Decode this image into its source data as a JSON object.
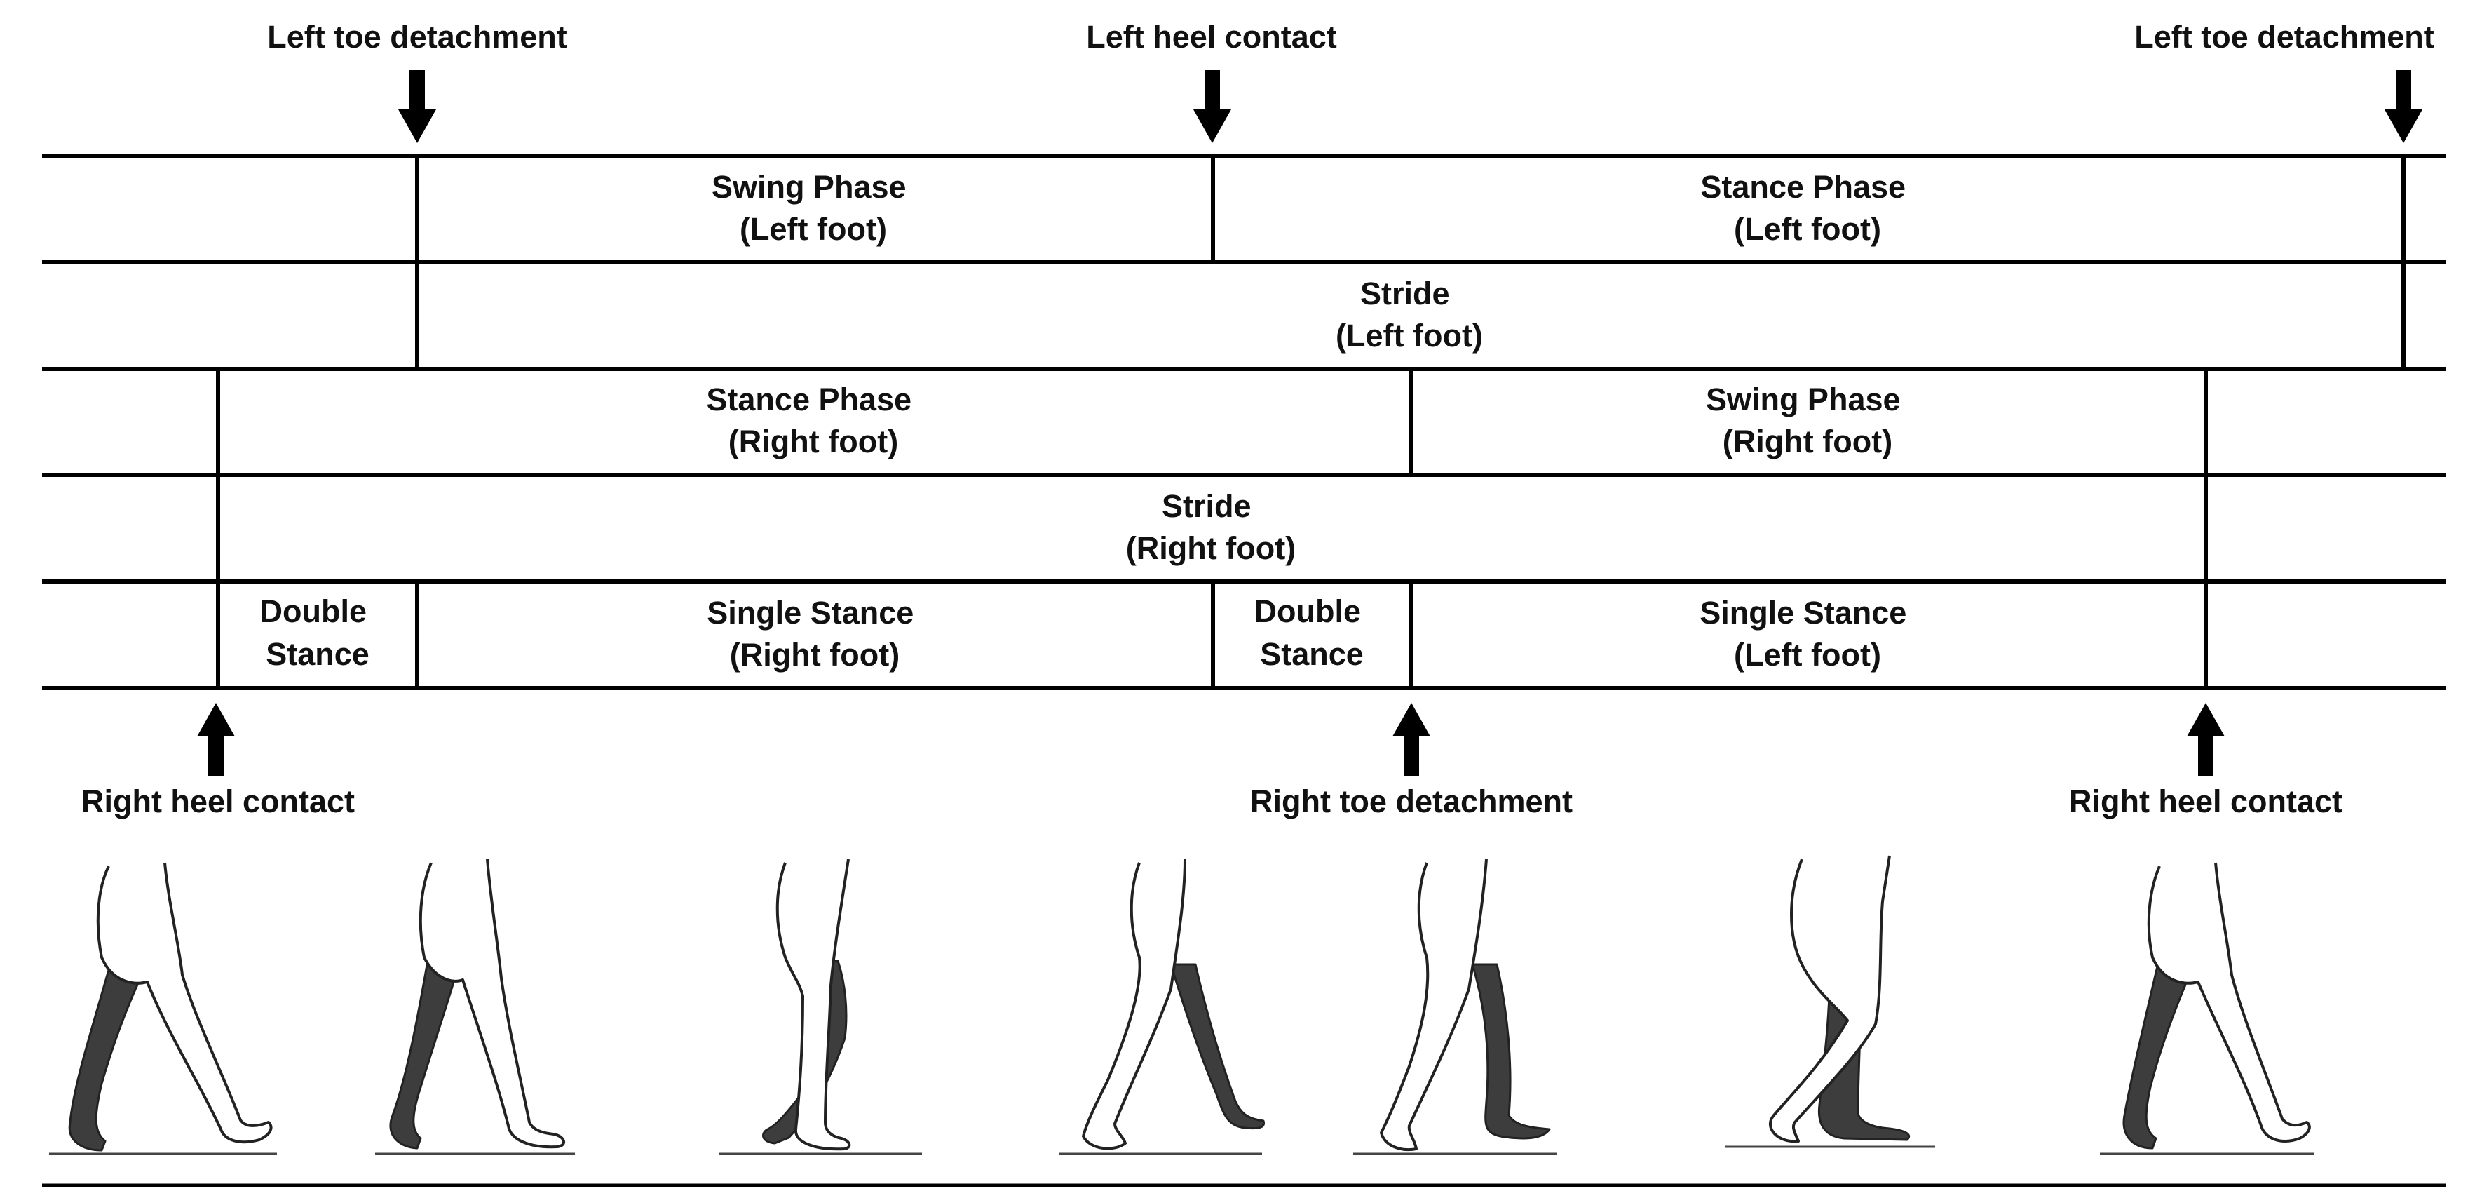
{
  "events_top": [
    {
      "label": "Left toe detachment"
    },
    {
      "label": "Left heel contact"
    },
    {
      "label": "Left toe detachment"
    }
  ],
  "events_bottom": [
    {
      "label": "Right heel contact"
    },
    {
      "label": "Right toe detachment"
    },
    {
      "label": "Right heel contact"
    }
  ],
  "rows": {
    "left_phases": [
      {
        "line1": "Swing Phase",
        "line2": "(Left foot)"
      },
      {
        "line1": "Stance Phase",
        "line2": "(Left foot)"
      }
    ],
    "left_stride": {
      "line1": "Stride",
      "line2": "(Left foot)"
    },
    "right_phases": [
      {
        "line1": "Stance Phase",
        "line2": "(Right foot)"
      },
      {
        "line1": "Swing Phase",
        "line2": "(Right foot)"
      }
    ],
    "right_stride": {
      "line1": "Stride",
      "line2": "(Right foot)"
    },
    "support": [
      {
        "line1": "Double",
        "line2": "Stance"
      },
      {
        "line1": "Single Stance",
        "line2": "(Right foot)"
      },
      {
        "line1": "Double",
        "line2": "Stance"
      },
      {
        "line1": "Single Stance",
        "line2": "(Left foot)"
      }
    ]
  },
  "figures": [
    {
      "name": "walker-pose-1"
    },
    {
      "name": "walker-pose-2"
    },
    {
      "name": "walker-pose-3"
    },
    {
      "name": "walker-pose-4"
    },
    {
      "name": "walker-pose-5"
    },
    {
      "name": "walker-pose-6"
    },
    {
      "name": "walker-pose-7"
    }
  ]
}
